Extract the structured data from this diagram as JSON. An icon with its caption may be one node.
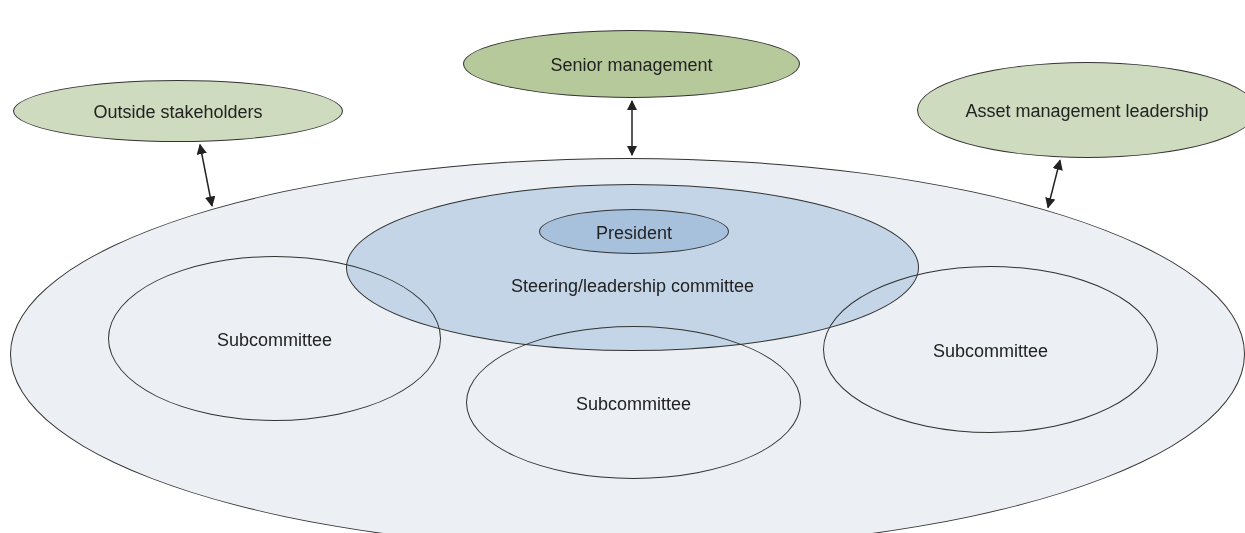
{
  "diagram": {
    "nodes": [
      {
        "text": [
          "Outside stakeholders"
        ]
      },
      {
        "text": [
          "Senior management"
        ]
      },
      {
        "text": [
          "Asset management leadership"
        ]
      },
      {
        "text": [],
        "shape": "ellipse"
      },
      {
        "text": [
          "Steering/leadership committee"
        ],
        "in": 3
      },
      {
        "text": [
          "President"
        ],
        "in": 4
      },
      {
        "text": [
          "Subcommittee"
        ],
        "in": 3
      },
      {
        "text": [
          "Subcommittee"
        ],
        "in": 3
      },
      {
        "text": [
          "Subcommittee"
        ],
        "in": 3
      }
    ],
    "edges": [
      {
        "from": 0,
        "to": 3,
        "arrow": "both"
      },
      {
        "from": 1,
        "to": 3,
        "arrow": "both"
      },
      {
        "from": 2,
        "to": 3,
        "arrow": "both"
      }
    ]
  }
}
